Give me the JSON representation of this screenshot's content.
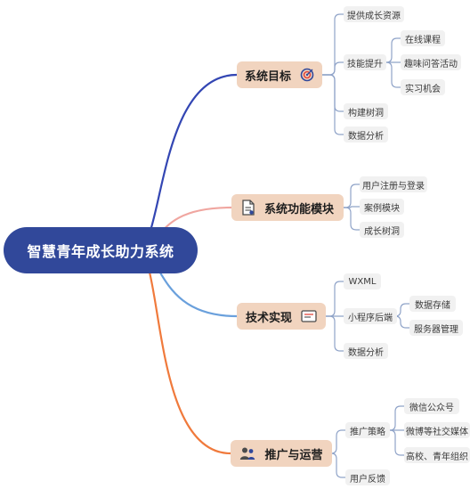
{
  "root": "智慧青年成长助力系统",
  "branches": [
    {
      "label": "系统目标",
      "icon": "target-icon",
      "color": "#3346b3",
      "children": [
        {
          "label": "提供成长资源"
        },
        {
          "label": "技能提升",
          "children": [
            {
              "label": "在线课程"
            },
            {
              "label": "趣味问答活动"
            },
            {
              "label": "实习机会"
            }
          ]
        },
        {
          "label": "构建树洞"
        },
        {
          "label": "数据分析"
        }
      ]
    },
    {
      "label": "系统功能模块",
      "icon": "document-icon",
      "color": "#f0a6a0",
      "children": [
        {
          "label": "用户注册与登录"
        },
        {
          "label": "案例模块"
        },
        {
          "label": "成长树洞"
        }
      ]
    },
    {
      "label": "技术实现",
      "icon": "screen-icon",
      "color": "#6aa0dc",
      "children": [
        {
          "label": "WXML"
        },
        {
          "label": "小程序后端",
          "children": [
            {
              "label": "数据存储"
            },
            {
              "label": "服务器管理"
            }
          ]
        },
        {
          "label": "数据分析"
        }
      ]
    },
    {
      "label": "推广与运营",
      "icon": "people-icon",
      "color": "#f07a3c",
      "children": [
        {
          "label": "推广策略",
          "children": [
            {
              "label": "微信公众号"
            },
            {
              "label": "微博等社交媒体"
            },
            {
              "label": "高校、青年组织"
            }
          ]
        },
        {
          "label": "用户反馈"
        }
      ]
    }
  ]
}
